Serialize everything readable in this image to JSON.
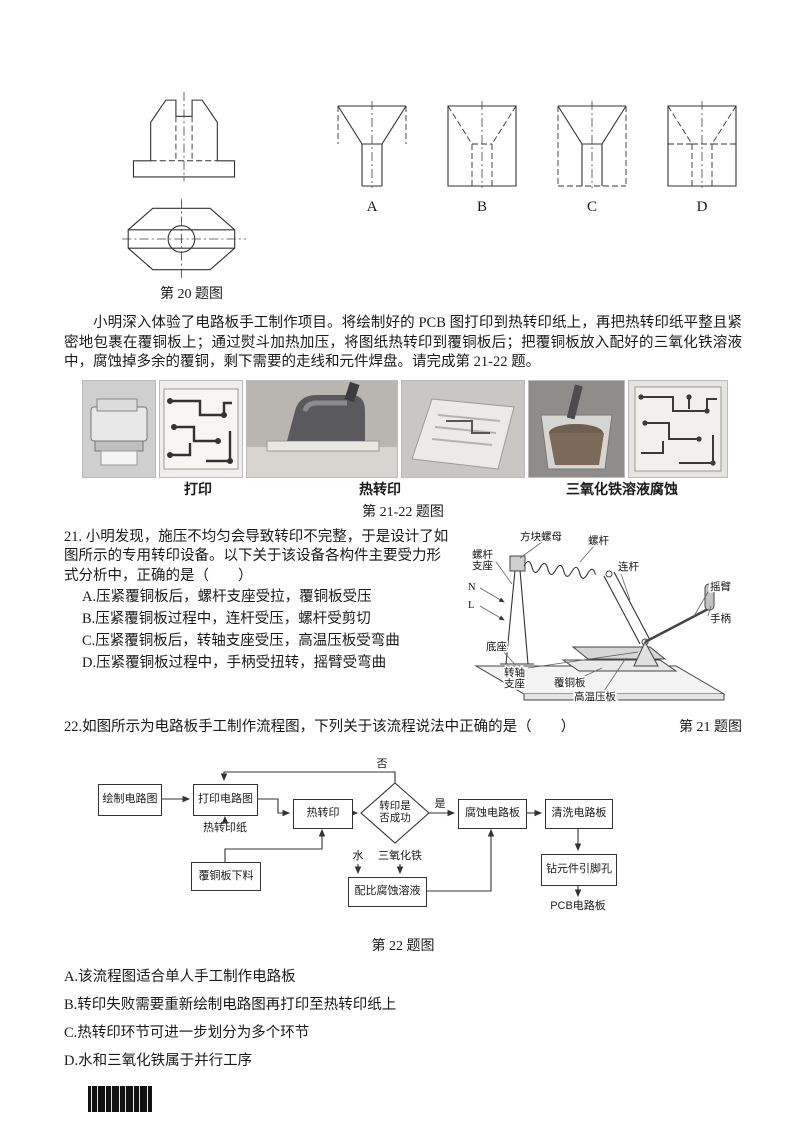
{
  "page": {
    "q20_caption": "第 20 题图",
    "intro": "小明深入体验了电路板手工制作项目。将绘制好的 PCB 图打印到热转印纸上，再把热转印纸平整且紧密地包裹在覆铜板上；通过熨斗加热加压，将图纸热转印到覆铜板后；把覆铜板放入配好的三氧化铁溶液中，腐蚀掉多余的覆铜，剩下需要的走线和元件焊盘。请完成第 21-22 题。",
    "photos_caption": "第 21-22 题图",
    "photo_labels": {
      "print": "打印",
      "transfer": "热转印",
      "etch": "三氧化铁溶液腐蚀"
    }
  },
  "q20": {
    "letters": [
      "A",
      "B",
      "C",
      "D"
    ]
  },
  "q21": {
    "stem": "21.  小明发现，施压不均匀会导致转印不完整，于是设计了如图所示的专用转印设备。以下关于该设备各构件主要受力形式分析中，正确的是（　　）",
    "options": [
      "A.压紧覆铜板后，螺杆支座受拉，覆铜板受压",
      "B.压紧覆铜板过程中，连杆受压，螺杆受剪切",
      "C.压紧覆铜板后，转轴支座受压，高温压板受弯曲",
      "D.压紧覆铜板过程中，手柄受扭转，摇臂受弯曲"
    ],
    "caption": "第 21 题图",
    "labels": {
      "block_nut": "方块螺母",
      "screw": "螺杆",
      "screw_support_1": "螺杆",
      "screw_support_2": "支座",
      "link": "连杆",
      "n": "N",
      "l": "L",
      "rocker": "摇臂",
      "handle": "手柄",
      "base": "底座",
      "pivot_support_1": "转轴",
      "pivot_support_2": "支座",
      "copper_board": "覆铜板",
      "hot_plate": "高温压板"
    }
  },
  "q22": {
    "stem": "22.如图所示为电路板手工制作流程图，下列关于该流程说法中正确的是（　　）",
    "caption": "第 22 题图",
    "options": [
      "A.该流程图适合单人手工制作电路板",
      "B.转印失败需要重新绘制电路图再打印至热转印纸上",
      "C.热转印环节可进一步划分为多个环节",
      "D.水和三氧化铁属于并行工序"
    ],
    "flow": {
      "draw": "绘制电路图",
      "print": "打印电路图",
      "transfer": "热转印",
      "decision": "转印是否成功",
      "etch": "腐蚀电路板",
      "clean": "清洗电路板",
      "drill": "钻元件引脚孔",
      "pcb": "PCB电路板",
      "paper": "热转印纸",
      "board": "覆铜板下料",
      "water": "水",
      "feo": "三氧化铁",
      "solution": "配比腐蚀溶液",
      "yes": "是",
      "no": "否"
    }
  }
}
